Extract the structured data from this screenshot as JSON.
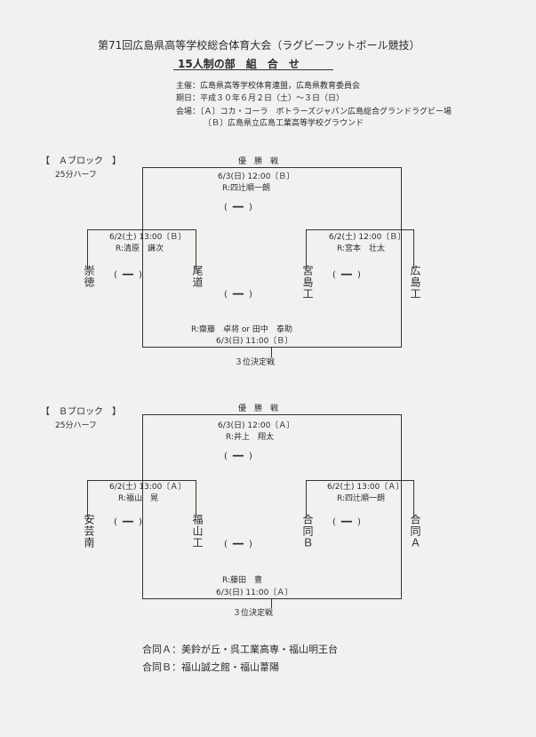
{
  "header": {
    "title": "第71回広島県高等学校総合体育大会（ラグビーフットボール競技）",
    "subtitle": "15人制の部　組　合　せ",
    "organizer": "主催：広島県高等学校体育連盟，広島県教育委員会",
    "period": "期日：平成３０年６月２日（土）～３日（日）",
    "venue_a": "会場：〔Ａ〕コカ・コーラ　ボトラーズジャパン広島総合グランドラグビー場",
    "venue_b": "〔Ｂ〕広島県立広島工業高等学校グラウンド"
  },
  "block_a": {
    "label": "【　Ａブロック　】",
    "format": "25分ハーフ",
    "final_label": "優　勝　戦",
    "final_time": "6/3(日) 12:00〔Ｂ〕",
    "final_ref": "R:四辻順一朗",
    "final_score": "━━",
    "left_time": "6/2(土) 13:00〔Ｂ〕",
    "left_ref": "R:清原　謙次",
    "right_time": "6/2(土) 12:00〔Ｂ〕",
    "right_ref": "R:宮本　壮太",
    "left_score": "━━",
    "right_score": "━━",
    "third_score": "━━",
    "third_ref": "R:齋藤　卓将 or 田中　泰助",
    "third_time": "6/3(日) 11:00〔Ｂ〕",
    "third_label": "３位決定戦",
    "team1": "崇徳",
    "team2": "尾道",
    "team3": "宮島工",
    "team4": "広島工"
  },
  "block_b": {
    "label": "【　Ｂブロック　】",
    "format": "25分ハーフ",
    "final_label": "優　勝　戦",
    "final_time": "6/3(日) 12:00〔Ａ〕",
    "final_ref": "R:井上　翔太",
    "final_score": "━━",
    "left_time": "6/2(土) 13:00〔Ａ〕",
    "left_ref": "R:福山　晃",
    "right_time": "6/2(土) 13:00〔Ａ〕",
    "right_ref": "R:四辻順一朗",
    "left_score": "━━",
    "right_score": "━━",
    "third_score": "━━",
    "third_ref": "R:藤田　豊",
    "third_time": "6/3(日) 11:00〔Ａ〕",
    "third_label": "３位決定戦",
    "team1": "安芸南",
    "team2": "福山工",
    "team3": "合同Ｂ",
    "team4": "合同Ａ"
  },
  "footer": {
    "note_a": "合同Ａ：美鈴が丘・呉工業高専・福山明王台",
    "note_b": "合同Ｂ：福山誠之館・福山葦陽"
  }
}
